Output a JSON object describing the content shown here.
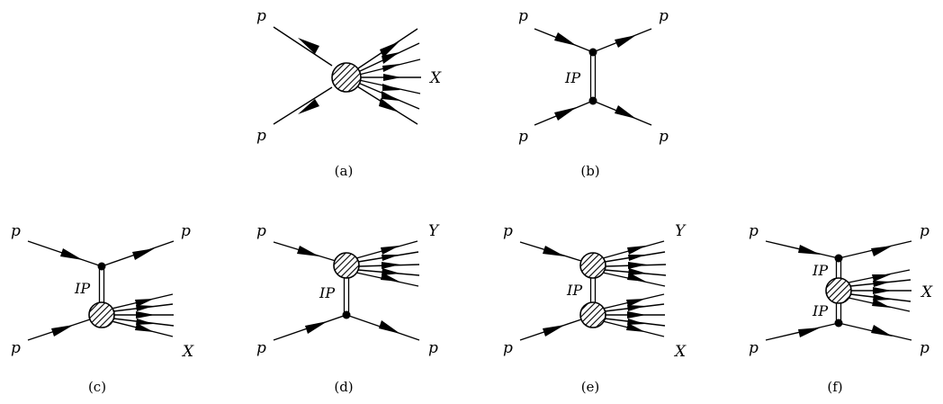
{
  "diagrams": [
    {
      "caption": "(a)",
      "labels": {
        "p_in_top": "p",
        "p_in_bottom": "p",
        "x_out": "X"
      }
    },
    {
      "caption": "(b)",
      "labels": {
        "p_in_top": "p",
        "p_out_top": "p",
        "p_in_bottom": "p",
        "p_out_bottom": "p",
        "pomeron": "IP"
      }
    },
    {
      "caption": "(c)",
      "labels": {
        "p_in_top": "p",
        "p_out_top": "p",
        "p_in_bottom": "p",
        "x_out": "X",
        "pomeron": "IP"
      }
    },
    {
      "caption": "(d)",
      "labels": {
        "p_in_top": "p",
        "y_out": "Y",
        "p_in_bottom": "p",
        "p_out_bottom": "p",
        "pomeron": "IP"
      }
    },
    {
      "caption": "(e)",
      "labels": {
        "p_in_top": "p",
        "y_out": "Y",
        "p_in_bottom": "p",
        "x_out": "X",
        "pomeron": "IP"
      }
    },
    {
      "caption": "(f)",
      "labels": {
        "p_in_top": "p",
        "p_out_top": "p",
        "p_in_bottom": "p",
        "p_out_bottom": "p",
        "x_out": "X",
        "pomeron_top": "IP",
        "pomeron_bottom": "IP"
      }
    }
  ]
}
